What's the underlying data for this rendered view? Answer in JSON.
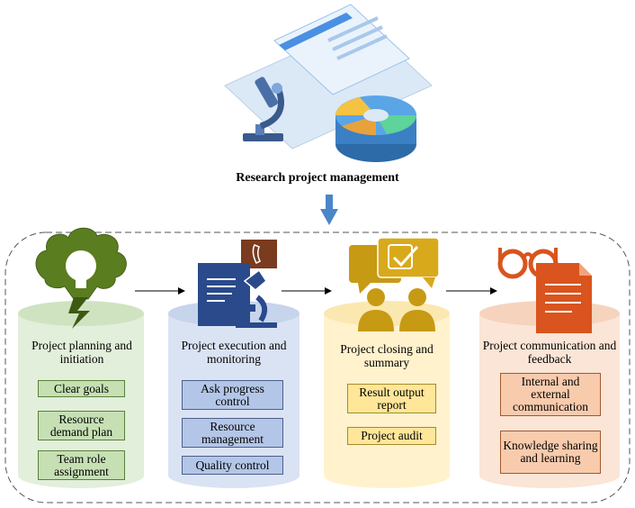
{
  "title": "Research project management",
  "stages": [
    {
      "title": "Project planning and initiation",
      "items": [
        "Clear goals",
        "Resource demand plan",
        "Team role assignment"
      ],
      "icon": "lightbulb-tree-icon",
      "color": "#e2efda"
    },
    {
      "title": "Project execution and monitoring",
      "items": [
        "Ask progress control",
        "Resource management",
        "Quality control"
      ],
      "icon": "microscope-document-icon",
      "color": "#dae3f3"
    },
    {
      "title": "Project closing and summary",
      "items": [
        "Result output report",
        "Project audit"
      ],
      "icon": "people-discussion-icon",
      "color": "#fff2cc"
    },
    {
      "title": "Project communication and feedback",
      "items": [
        "Internal and external communication",
        "Knowledge sharing and learning"
      ],
      "icon": "glasses-document-icon",
      "color": "#fbe5d6"
    }
  ],
  "header_icon": "research-dashboard-icon",
  "arrow_icon": "down-arrow-icon"
}
